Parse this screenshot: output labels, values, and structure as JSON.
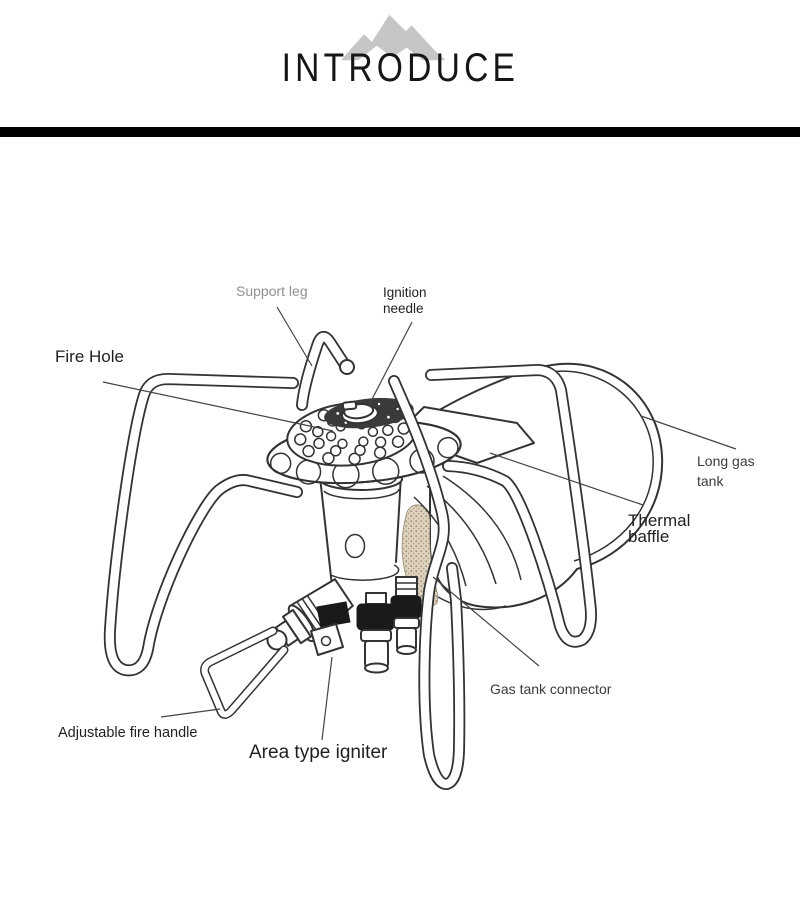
{
  "header": {
    "title": "INTRODUCE",
    "logo": "mountain-icon"
  },
  "callouts": {
    "support_leg": {
      "text": "Support leg"
    },
    "ignition_needle": {
      "line1": "Ignition",
      "line2": "needle"
    },
    "fire_hole": {
      "text": "Fire Hole"
    },
    "long_gas_tank": {
      "line1": "Long gas",
      "line2": "tank"
    },
    "thermal_baffle": {
      "line1": "Thermal",
      "line2": "baffle"
    },
    "gas_tank_connector": {
      "text": "Gas tank connector"
    },
    "adjustable_fire_handle": {
      "text": "Adjustable fire handle"
    },
    "area_type_igniter": {
      "text": "Area type igniter"
    }
  },
  "colors": {
    "divider_black": "#000000",
    "drawing_line": "#333333",
    "label_dark": "#222222",
    "label_gray": "#8f8f8f",
    "label_mid": "#3a3a3a",
    "mountain_gray": "#c6c6c6",
    "tank_patch_tan": "#d6c9b2"
  }
}
